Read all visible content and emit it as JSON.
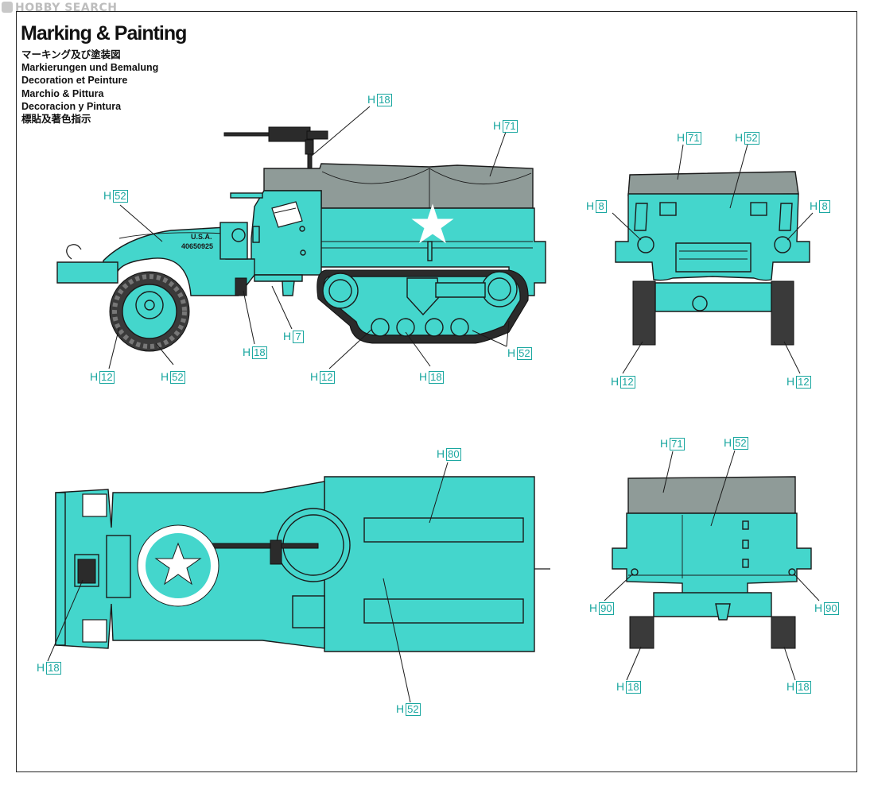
{
  "watermark": "HOBBY SEARCH",
  "title": "Marking & Painting",
  "subtitles": [
    "マーキング及び塗装図",
    "Markierungen und Bemalung",
    "Decoration et Peinture",
    "Marchio & Pittura",
    "Decoracion y Pintura",
    "標貼及著色指示"
  ],
  "colors": {
    "body": "#44d6cc",
    "canvas_top": "#8f9b98",
    "outline": "#1a1a1a",
    "callout": "#1aa7a0"
  },
  "vehicle_text": {
    "hood_marking_line1": "U.S.A.",
    "hood_marking_line2": "40650925"
  },
  "callouts": [
    {
      "prefix": "H",
      "code": "18",
      "name": "callout-side-mg"
    },
    {
      "prefix": "H",
      "code": "71",
      "name": "callout-side-canvas"
    },
    {
      "prefix": "H",
      "code": "52",
      "name": "callout-side-hood"
    },
    {
      "prefix": "H",
      "code": "7",
      "name": "callout-side-shovel"
    },
    {
      "prefix": "H",
      "code": "18",
      "name": "callout-side-axe"
    },
    {
      "prefix": "H",
      "code": "12",
      "name": "callout-side-tire"
    },
    {
      "prefix": "H",
      "code": "52",
      "name": "callout-side-wheel"
    },
    {
      "prefix": "H",
      "code": "12",
      "name": "callout-side-track"
    },
    {
      "prefix": "H",
      "code": "18",
      "name": "callout-side-roadwheel"
    },
    {
      "prefix": "H",
      "code": "52",
      "name": "callout-side-bogie"
    },
    {
      "prefix": "H",
      "code": "71",
      "name": "callout-front-canvas"
    },
    {
      "prefix": "H",
      "code": "52",
      "name": "callout-front-body"
    },
    {
      "prefix": "H",
      "code": "8",
      "name": "callout-front-light-left"
    },
    {
      "prefix": "H",
      "code": "8",
      "name": "callout-front-light-right"
    },
    {
      "prefix": "H",
      "code": "12",
      "name": "callout-front-tire-left"
    },
    {
      "prefix": "H",
      "code": "12",
      "name": "callout-front-tire-right"
    },
    {
      "prefix": "H",
      "code": "80",
      "name": "callout-top-seats"
    },
    {
      "prefix": "H",
      "code": "18",
      "name": "callout-top-winch"
    },
    {
      "prefix": "H",
      "code": "52",
      "name": "callout-top-body"
    },
    {
      "prefix": "H",
      "code": "71",
      "name": "callout-rear-canvas"
    },
    {
      "prefix": "H",
      "code": "52",
      "name": "callout-rear-body"
    },
    {
      "prefix": "H",
      "code": "90",
      "name": "callout-rear-light-left"
    },
    {
      "prefix": "H",
      "code": "90",
      "name": "callout-rear-light-right"
    },
    {
      "prefix": "H",
      "code": "18",
      "name": "callout-rear-track-left"
    },
    {
      "prefix": "H",
      "code": "18",
      "name": "callout-rear-track-right"
    }
  ]
}
